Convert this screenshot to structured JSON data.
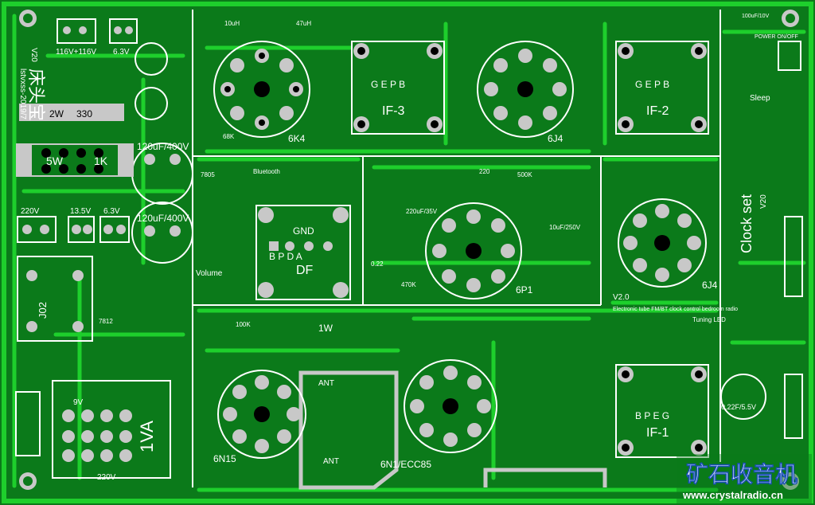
{
  "labels": {
    "v20_top": "V20",
    "year": "lstvxss-2019/7",
    "brand_top": "床头宝",
    "l116": "116V+116V",
    "l63_top": "6.3V",
    "res2w": "2W",
    "res330": "330",
    "res5w": "5W",
    "res1k": "1K",
    "cap120a": "120uF/400V",
    "cap120b": "120uF/400V",
    "v220": "220V",
    "v135": "13.5V",
    "v63": "6.3V",
    "j02": "J02",
    "v1va": "1VA",
    "v220b": "220V",
    "v9": "9V",
    "tube_6k4": "6K4",
    "tube_6j4a": "6J4",
    "tube_6j4b": "6J4",
    "tube_6p1": "6P1",
    "tube_6n15": "6N15",
    "tube_6n1": "6N1/ECC85",
    "if3": "IF-3",
    "if2": "IF-2",
    "if1": "IF-1",
    "if_pins": "G E P B",
    "if1_pins": "B P E G",
    "df": "DF",
    "gnd": "GND",
    "bpda": "B P D A",
    "volume": "Volume",
    "bluetooth": "Bluetooth",
    "clock_set": "Clock set",
    "v20_side": "V20",
    "sleep": "Sleep",
    "power": "POWER ON/OFF",
    "tuning": "Tuning LED",
    "ant": "ANT",
    "ant2": "ANT",
    "v20_mid": "V2.0",
    "mid_desc": "Electronic tube FM/BT clock control bedroom radio",
    "cap022": "0.22F/5.5V",
    "c100uf10v": "100uF/10V",
    "r7805": "7805",
    "r7812": "7812",
    "c10uf250": "10uF/250V",
    "c220uf35": "220uF/35V",
    "r500k": "500K",
    "r220": "220",
    "r47uh": "47uH",
    "r10uh": "10uH",
    "r68k": "68K",
    "r1w": "1W",
    "r100k": "100K",
    "r470k": "470K",
    "r22": "0.22",
    "watermark": "矿石收音机",
    "url": "www.crystalradio.cn"
  },
  "colors": {
    "board": "#0b7a1a",
    "trace": "#1ecf2c",
    "pad": "#c8c8c8",
    "silk": "#ffffff"
  }
}
